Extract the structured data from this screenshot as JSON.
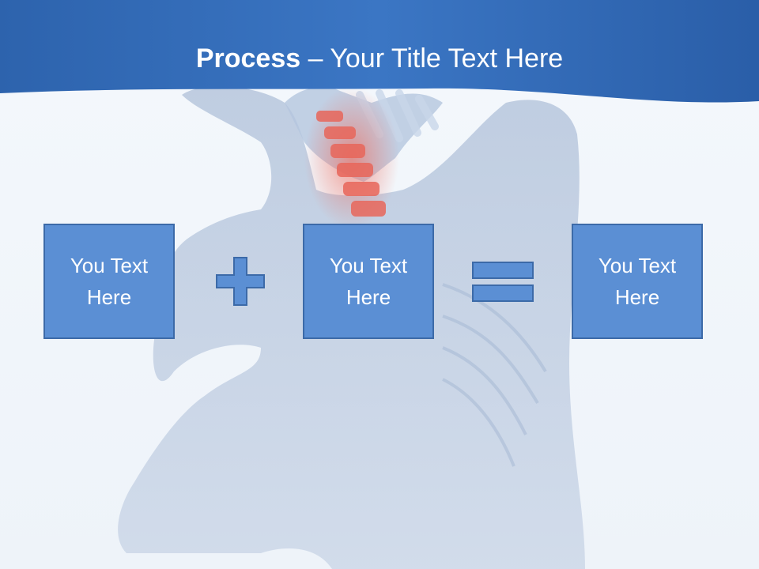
{
  "slide": {
    "title_bold": "Process",
    "title_rest": " – Your Title Text Here"
  },
  "process": {
    "boxes": [
      {
        "text": "You Text Here"
      },
      {
        "text": "You Text Here"
      },
      {
        "text": "You Text Here"
      }
    ],
    "operators": [
      "plus-icon",
      "equals-icon"
    ]
  },
  "colors": {
    "title_band": "#2f67b3",
    "box_fill": "#5b8fd4",
    "box_border": "#3c6aa8",
    "spine_highlight": "#e8665a",
    "figure": "#b9c9df"
  }
}
